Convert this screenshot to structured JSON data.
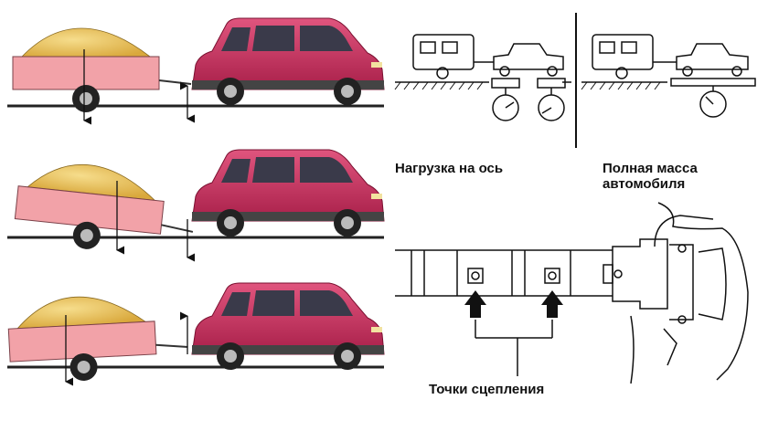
{
  "labels": {
    "axle_load": "Нагрузка на ось",
    "gross_mass_line1": "Полная масса",
    "gross_mass_line2": "автомобиля",
    "coupling_points": "Точки сцепления"
  },
  "colors": {
    "trailer_pink": "#f2a2a8",
    "cargo_yellow": "#e8c25a",
    "car_magenta": "#c8305e",
    "ink": "#1a1a1a"
  },
  "icons": [
    "trailer-icon",
    "car-icon",
    "scale-icon",
    "arrow-up-icon",
    "arrow-down-icon",
    "tow-frame-icon"
  ]
}
